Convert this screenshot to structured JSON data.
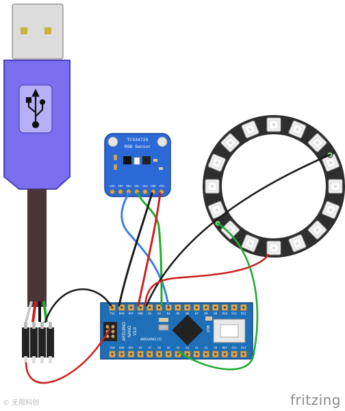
{
  "sensor": {
    "title": "TCS34725",
    "subtitle": "RGB Sensor",
    "pins": [
      "LED",
      "INT",
      "SDA",
      "SCL",
      "3V3",
      "GND",
      "VIN"
    ]
  },
  "nano": {
    "brand_line1": "ARDUINO",
    "brand_line2": "NANO",
    "version": "V3.0",
    "usb_label": "USB",
    "icsp_label": "ARDUINO.CC",
    "top_pins": [
      "D12",
      "D11",
      "D10",
      "D9",
      "D8",
      "D7",
      "D6",
      "D5",
      "D4",
      "D3",
      "D2",
      "GND",
      "RST",
      "RX0",
      "TX1"
    ],
    "bottom_pins": [
      "D13",
      "3V3",
      "REF",
      "A0",
      "A1",
      "A2",
      "A3",
      "A4",
      "A5",
      "A6",
      "A7",
      "5V",
      "RST",
      "GND",
      "VIN"
    ]
  },
  "watermark": {
    "brand": "fritzing",
    "corner_text": "© 无限科创"
  },
  "colors": {
    "usb_body": "#7b6ff0",
    "wire_red": "#cc1f1f",
    "wire_green": "#22aa33",
    "wire_blue": "#3a7fe0",
    "wire_black": "#1a1a1a",
    "board_blue": "#1e6fb8",
    "breakout_blue": "#2b69d6"
  }
}
